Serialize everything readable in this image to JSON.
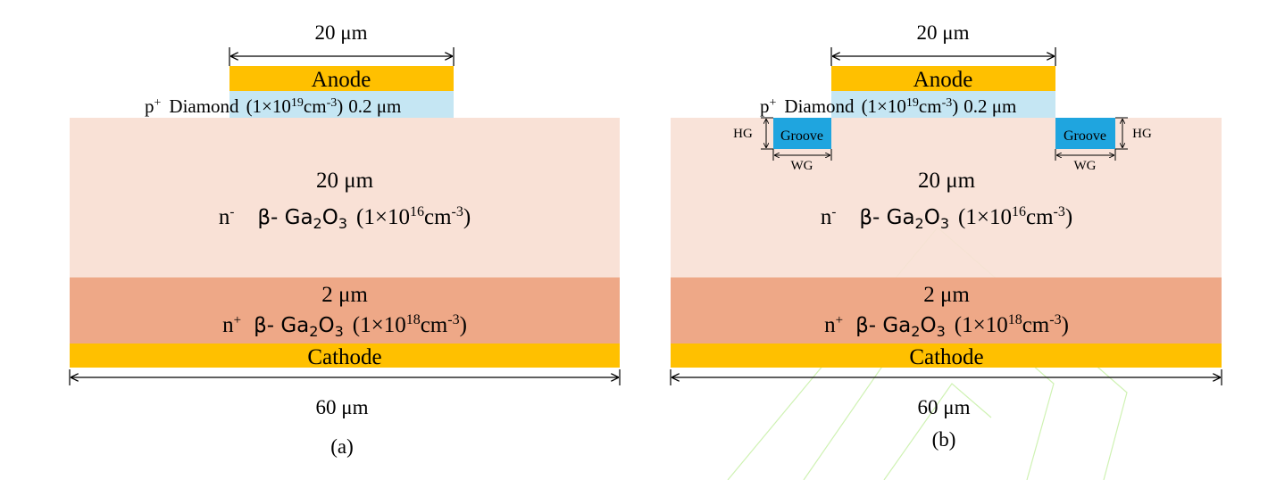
{
  "colors": {
    "metal": "#FFC000",
    "diamond": "#C5E6F3",
    "n_minus": "#F9E1D6",
    "n_plus": "#EEA887",
    "groove": "#1FA5DF",
    "groove_text": "#FFFFFF",
    "watermark": "#CFF2B3"
  },
  "icons": {
    "watermark": "watermark-logo-icon"
  },
  "panels": [
    {
      "id": "a",
      "caption": "(a)",
      "anode_width": "20 μm",
      "anode": "Anode",
      "diamond": {
        "p": "p",
        "p_sup": "+",
        "name": "Diamond",
        "open": "(1×10",
        "exp": "19",
        "unit": "cm",
        "unit_exp": "-3",
        "close": ")",
        "thickness": "0.2 μm"
      },
      "drift": {
        "thickness": "20 μm",
        "n": "n",
        "n_sup": "-",
        "material": "β- Ga",
        "sub1": "2",
        "o": "O",
        "sub2": "3",
        "open": "(1×10",
        "exp": "16",
        "unit": "cm",
        "unit_exp": "-3",
        "close": ")"
      },
      "substrate": {
        "thickness": "2 μm",
        "n": "n",
        "n_sup": "+",
        "material": "β- Ga",
        "sub1": "2",
        "o": "O",
        "sub2": "3",
        "open": "(1×10",
        "exp": "18",
        "unit": "cm",
        "unit_exp": "-3",
        "close": ")"
      },
      "cathode": "Cathode",
      "total_width": "60 μm"
    },
    {
      "id": "b",
      "caption": "(b)",
      "anode_width": "20 μm",
      "anode": "Anode",
      "diamond": {
        "p": "p",
        "p_sup": "+",
        "name": "Diamond",
        "open": "(1×10",
        "exp": "19",
        "unit": "cm",
        "unit_exp": "-3",
        "close": ")",
        "thickness": "0.2 μm"
      },
      "drift": {
        "thickness": "20 μm",
        "n": "n",
        "n_sup": "-",
        "material": "β- Ga",
        "sub1": "2",
        "o": "O",
        "sub2": "3",
        "open": "(1×10",
        "exp": "16",
        "unit": "cm",
        "unit_exp": "-3",
        "close": ")"
      },
      "substrate": {
        "thickness": "2 μm",
        "n": "n",
        "n_sup": "+",
        "material": "β- Ga",
        "sub1": "2",
        "o": "O",
        "sub2": "3",
        "open": "(1×10",
        "exp": "18",
        "unit": "cm",
        "unit_exp": "-3",
        "close": ")"
      },
      "cathode": "Cathode",
      "total_width": "60 μm",
      "grooves": {
        "label": "Groove",
        "height_label": "HG",
        "width_label": "WG"
      }
    }
  ]
}
